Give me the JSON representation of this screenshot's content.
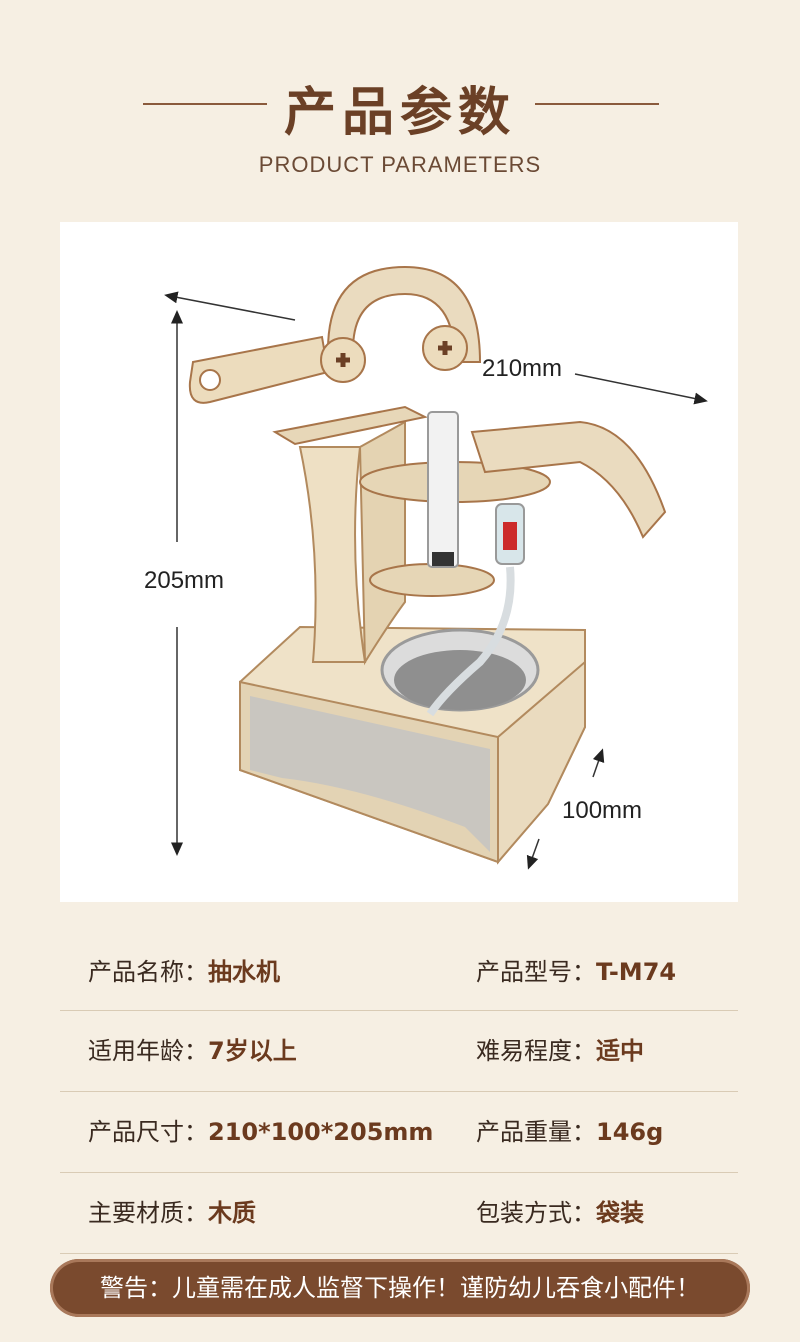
{
  "header": {
    "title": "产品参数",
    "subtitle": "PRODUCT  PARAMETERS"
  },
  "product_image": {
    "width_label": "210mm",
    "height_label": "205mm",
    "depth_label": "100mm"
  },
  "params": [
    {
      "left_key": "产品名称：",
      "left_value": "抽水机",
      "right_key": "产品型号：",
      "right_value": "T-M74"
    },
    {
      "left_key": "适用年龄：",
      "left_value": "7岁以上",
      "right_key": "难易程度：",
      "right_value": "适中"
    },
    {
      "left_key": "产品尺寸：",
      "left_value": "210*100*205mm",
      "right_key": "产品重量：",
      "right_value": "146g"
    },
    {
      "left_key": "主要材质：",
      "left_value": "木质",
      "right_key": "包装方式：",
      "right_value": "袋装"
    }
  ],
  "warning": "警告：儿童需在成人监督下操作！谨防幼儿吞食小配件！",
  "colors": {
    "background": "#f6efe3",
    "title": "#6b4026",
    "value_text": "#6b3a1e",
    "warning_bg": "#7a4a2e"
  }
}
